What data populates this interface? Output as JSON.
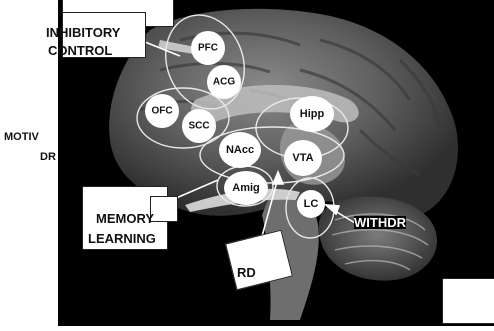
{
  "labels": {
    "inhibitory": "INHIBITORY",
    "control": "CONTROL",
    "motiv": "MOTIV",
    "dr": "DR",
    "memory": "MEMORY",
    "learning": "LEARNING",
    "withdr": "WITHDR",
    "rd": "RD"
  },
  "nodes": {
    "pfc": "PFC",
    "acg": "ACG",
    "ofc": "OFC",
    "scc": "SCC",
    "hipp": "Hipp",
    "nacc": "NAcc",
    "vta": "VTA",
    "amig": "Amig",
    "lc": "LC"
  },
  "colors": {
    "background": "#000000",
    "node_fill": "#ffffff",
    "outline": "#e8e8e8",
    "label_box": "#ffffff"
  }
}
